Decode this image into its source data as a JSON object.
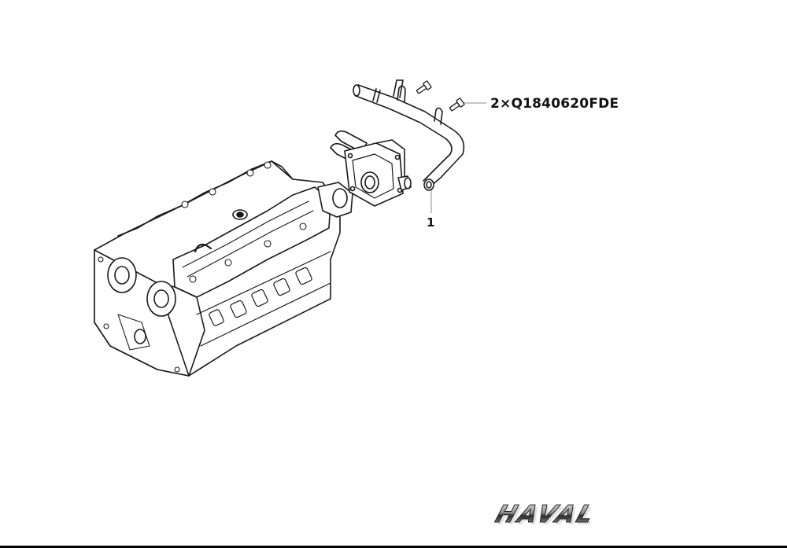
{
  "diagram": {
    "type": "exploded-parts-illustration",
    "subject": "cylinder head with thermostat housing and coolant pipe",
    "callouts": [
      {
        "id": "part-code",
        "text": "2×Q1840620FDE",
        "points_to": "bolts (x2)"
      },
      {
        "id": "item-1",
        "text": "1",
        "points_to": "coolant pipe"
      }
    ]
  },
  "brand": {
    "logo_text": "HAVAL"
  },
  "colors": {
    "line": "#1a1a1a",
    "background": "#ffffff",
    "leader": "#888888"
  }
}
